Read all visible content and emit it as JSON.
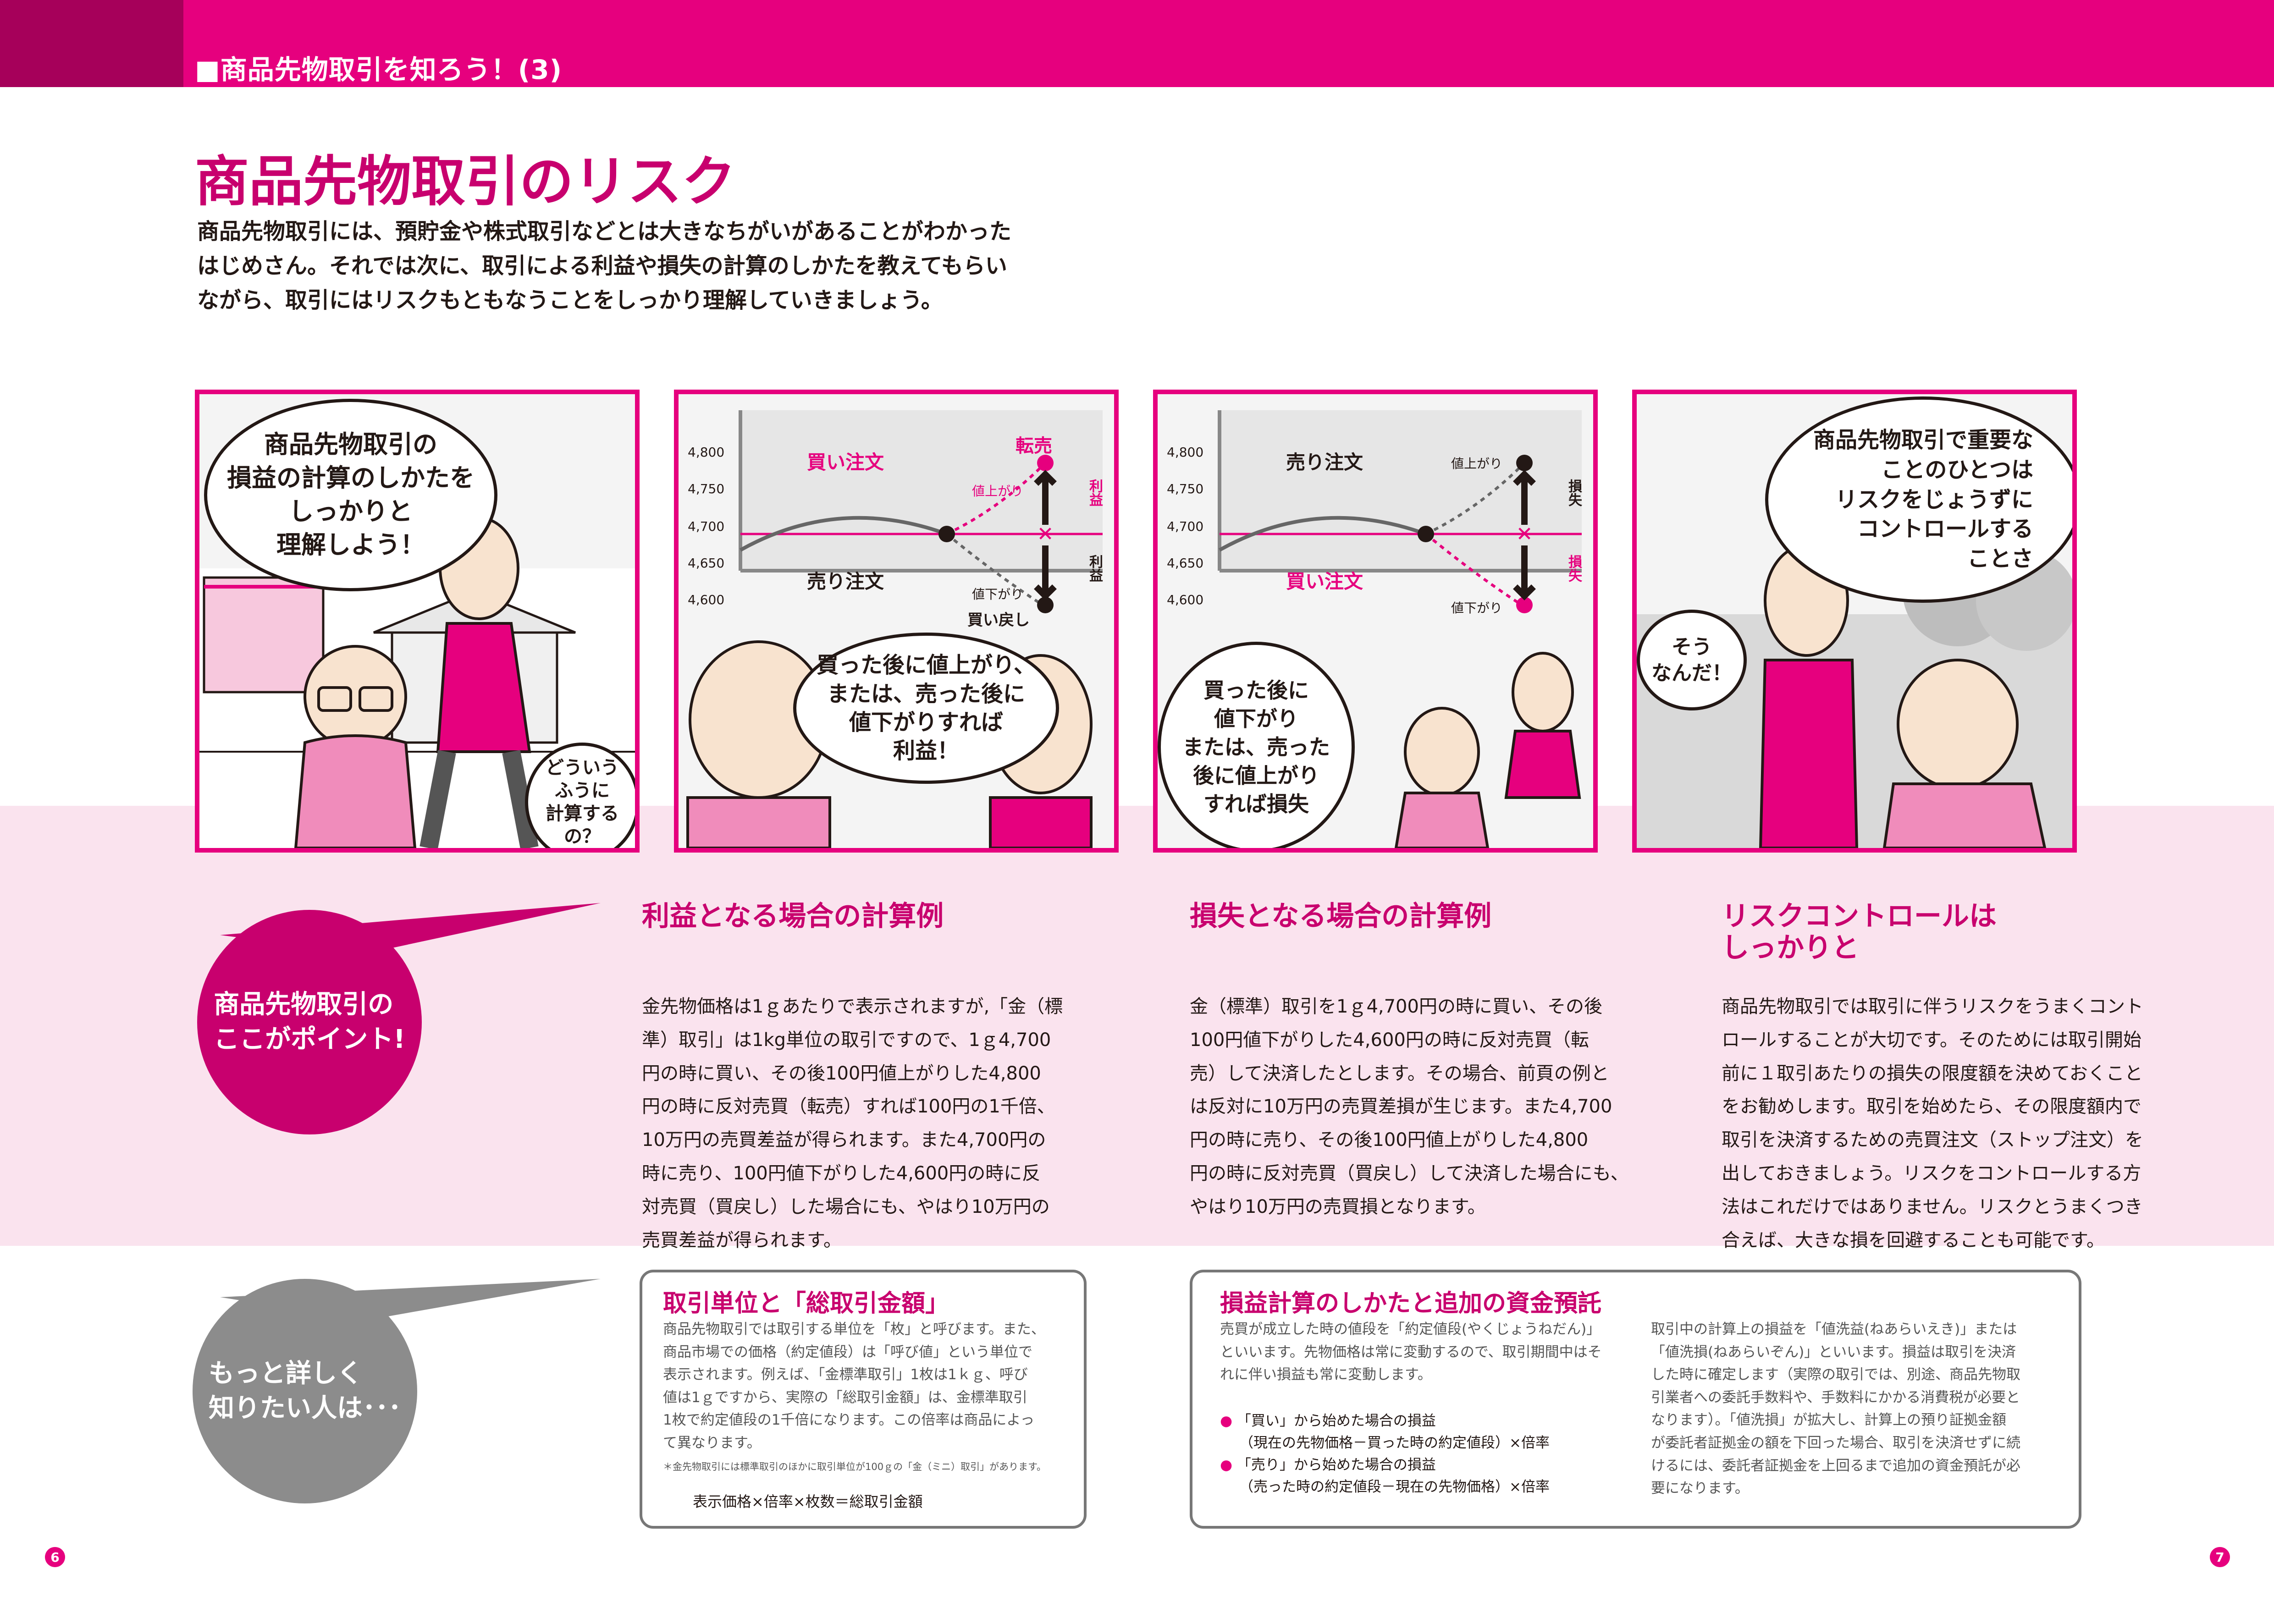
{
  "header": {
    "section_label": "■商品先物取引を知ろう！(3)",
    "title": "商品先物取引のリスク",
    "intro": [
      "商品先物取引には、預貯金や株式取引などとは大きなちがいがあることがわかった",
      "はじめさん。それでは次に、取引による利益や損失の計算のしかたを教えてもらい",
      "ながら、取引にはリスクもともなうことをしっかり理解していきましょう。"
    ]
  },
  "panel1": {
    "bubble_main": [
      "商品先物取引の",
      "損益の計算のしかたを",
      "しっかりと",
      "理解しよう！"
    ],
    "bubble_small": [
      "どういう",
      "ふうに",
      "計算する",
      "の？"
    ]
  },
  "panel2": {
    "y_ticks": [
      "4,800",
      "4,750",
      "4,700",
      "4,650",
      "4,600"
    ],
    "buy_order": "買い注文",
    "sell_order": "売り注文",
    "resell": "転売",
    "rise": "値上がり",
    "fall": "値下がり",
    "buyback": "買い戻し",
    "profit": "利益",
    "bubble": [
      "買った後に値上がり、",
      "または、売った後に",
      "値下がりすれば",
      "利益！"
    ]
  },
  "panel3": {
    "y_ticks": [
      "4,800",
      "4,750",
      "4,700",
      "4,650",
      "4,600"
    ],
    "sell_order": "売り注文",
    "buy_order": "買い注文",
    "rise": "値上がり",
    "fall": "値下がり",
    "loss": "損失",
    "bubble": [
      "買った後に",
      "値下がり",
      "または、売った",
      "後に値上がり",
      "すれば損失"
    ]
  },
  "panel4": {
    "bubble_main": [
      "商品先物取引で重要な",
      "ことのひとつは",
      "リスクをじょうずに",
      "コントロールする",
      "ことさ"
    ],
    "bubble_small": [
      "そう",
      "なんだ！"
    ]
  },
  "point": {
    "label": [
      "商品先物取引の",
      "ここがポイント!"
    ],
    "col1_head": "利益となる場合の計算例",
    "col1_body": [
      "金先物価格は1ｇあたりで表示されますが,「金（標",
      "準）取引」は1kg単位の取引ですので、1ｇ4,700",
      "円の時に買い、その後100円値上がりした4,800",
      "円の時に反対売買（転売）すれば100円の1千倍、",
      "10万円の売買差益が得られます。また4,700円の",
      "時に売り、100円値下がりした4,600円の時に反",
      "対売買（買戻し）した場合にも、やはり10万円の",
      "売買差益が得られます。"
    ],
    "col2_head": "損失となる場合の計算例",
    "col2_body": [
      "金（標準）取引を1ｇ4,700円の時に買い、その後",
      "100円値下がりした4,600円の時に反対売買（転",
      "売）して決済したとします。その場合、前頁の例と",
      "は反対に10万円の売買差損が生じます。また4,700",
      "円の時に売り、その後100円値上がりした4,800",
      "円の時に反対売買（買戻し）して決済した場合にも、",
      "やはり10万円の売買損となります。"
    ],
    "col3_head": [
      "リスクコントロールは",
      "しっかりと"
    ],
    "col3_body": [
      "商品先物取引では取引に伴うリスクをうまくコント",
      "ロールすることが大切です。そのためには取引開始",
      "前に１取引あたりの損失の限度額を決めておくこと",
      "をお勧めします。取引を始めたら、その限度額内で",
      "取引を決済するための売買注文（ストップ注文）を",
      "出しておきましょう。リスクをコントロールする方",
      "法はこれだけではありません。リスクとうまくつき",
      "合えば、大きな損を回避することも可能です。"
    ]
  },
  "more": {
    "label": [
      "もっと詳しく",
      "知りたい人は･･･"
    ],
    "box1_title": "取引単位と「総取引金額」",
    "box1_body": [
      "商品先物取引では取引する単位を「枚」と呼びます。また、",
      "商品市場での価格（約定値段）は「呼び値」という単位で",
      "表示されます。例えば、「金標準取引」1枚は1ｋｇ、呼び",
      "値は1ｇですから、実際の「総取引金額」は、金標準取引",
      "1枚で約定値段の1千倍になります。この倍率は商品によっ",
      "て異なります。"
    ],
    "box1_note": "＊金先物取引には標準取引のほかに取引単位が100ｇの「金（ミニ）取引」があります。",
    "box1_formula": "表示価格×倍率×枚数＝総取引金額",
    "box2_title": "損益計算のしかたと追加の資金預託",
    "box2_left": [
      "売買が成立した時の値段を「約定値段(やくじょうねだん)」",
      "といいます。先物価格は常に変動するので、取引期間中はそ",
      "れに伴い損益も常に変動します。"
    ],
    "box2_items": [
      [
        "「買い」から始めた場合の損益",
        "（現在の先物価格－買った時の約定値段）×倍率"
      ],
      [
        "「売り」から始めた場合の損益",
        "（売った時の約定値段－現在の先物価格）×倍率"
      ]
    ],
    "box2_right": [
      "取引中の計算上の損益を「値洗益(ねあらいえき)」または",
      "「値洗損(ねあらいぞん)」といいます。損益は取引を決済",
      "した時に確定します（実際の取引では、別途、商品先物取",
      "引業者への委託手数料や、手数料にかかる消費税が必要と",
      "なります）。「値洗損」が拡大し、計算上の預り証拠金額",
      "が委託者証拠金の額を下回った場合、取引を決済せずに続",
      "けるには、委託者証拠金を上回るまで追加の資金預託が必",
      "要になります。"
    ]
  },
  "page_left": "6",
  "page_right": "7",
  "colors": {
    "accent": "#e6007e",
    "accent_dark": "#a6005a",
    "band": "#fae3ee",
    "grey": "#8c8c8c"
  }
}
